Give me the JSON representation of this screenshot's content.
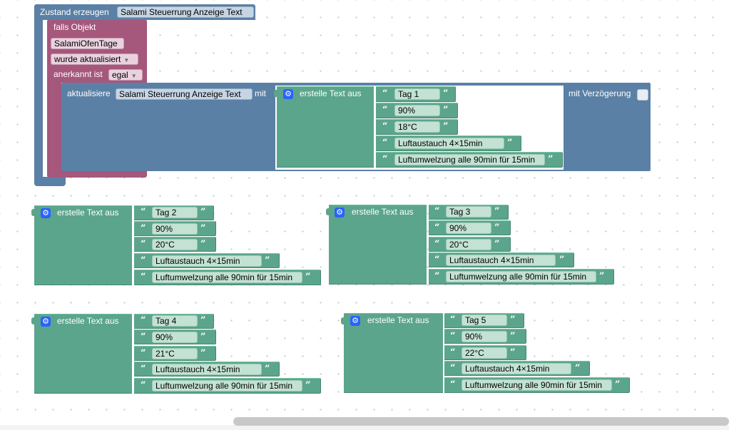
{
  "event_block": {
    "label": "Zustand erzeugen",
    "state_name": "Salami Steuerrung Anzeige Text"
  },
  "trigger_block": {
    "label_if_object": "falls Objekt",
    "object_id": "SalamiOfenTage",
    "event_type": "wurde aktualisiert",
    "ack_label": "anerkannt ist",
    "ack_value": "egal"
  },
  "update_block": {
    "label": "aktualisiere",
    "state_name": "Salami Steuerrung Anzeige Text",
    "with_label": "mit",
    "delay_label": "mit Verzögerung"
  },
  "join_label": "erstelle Text aus",
  "text_joins": [
    {
      "items": [
        "Tag 1",
        "90%",
        "18°C",
        "Luftaustauch  4×15min",
        "Luftumwelzung alle 90min für 15min"
      ]
    },
    {
      "items": [
        "Tag 2",
        "90%",
        "20°C",
        "Luftaustauch  4×15min",
        "Luftumwelzung alle 90min für 15min"
      ]
    },
    {
      "items": [
        "Tag 3",
        "90%",
        "20°C",
        "Luftaustauch  4×15min",
        "Luftumwelzung alle 90min für 15min"
      ]
    },
    {
      "items": [
        "Tag 4",
        "90%",
        "21°C",
        "Luftaustauch  4×15min",
        "Luftumwelzung alle 90min für 15min"
      ]
    },
    {
      "items": [
        "Tag 5",
        "90%",
        "22°C",
        "Luftaustauch  4×15min",
        "Luftumwelzung alle 90min für 15min"
      ]
    }
  ],
  "colors": {
    "event": "#5b80a5",
    "trigger": "#a5577c",
    "text": "#5ba58c",
    "gear": "#2962ff"
  },
  "icons": {
    "gear": "⚙",
    "dropdown": "▼",
    "open_quote": "“",
    "close_quote": "”"
  }
}
